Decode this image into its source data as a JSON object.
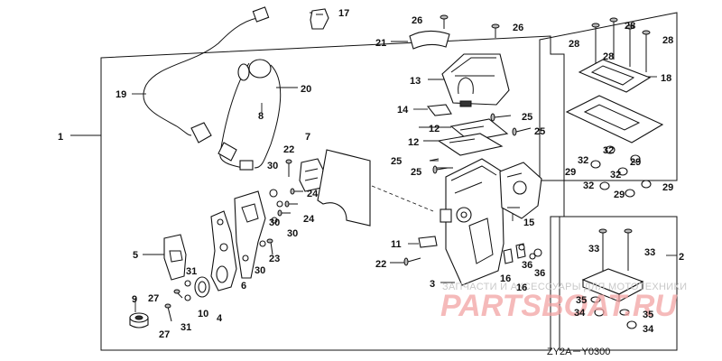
{
  "diagram": {
    "callouts": {
      "c1": "1",
      "c2": "2",
      "c3": "3",
      "c4": "4",
      "c5": "5",
      "c6": "6",
      "c7": "7",
      "c8": "8",
      "c9": "9",
      "c10": "10",
      "c11": "11",
      "c12a": "12",
      "c12b": "12",
      "c13": "13",
      "c14": "14",
      "c15": "15",
      "c16a": "16",
      "c16b": "16",
      "c17": "17",
      "c18": "18",
      "c19": "19",
      "c20": "20",
      "c21": "21",
      "c22a": "22",
      "c22b": "22",
      "c23": "23",
      "c24a": "24",
      "c24b": "24",
      "c25a": "25",
      "c25b": "25",
      "c25c": "25",
      "c25d": "25",
      "c26a": "26",
      "c26b": "26",
      "c27a": "27",
      "c27b": "27",
      "c28a": "28",
      "c28b": "28",
      "c28c": "28",
      "c28d": "28",
      "c29a": "29",
      "c29b": "29",
      "c29c": "29",
      "c29d": "29",
      "c30a": "30",
      "c30b": "30",
      "c30c": "30",
      "c30d": "30",
      "c31a": "31",
      "c31b": "31",
      "c32a": "32",
      "c32b": "32",
      "c32c": "32",
      "c32d": "32",
      "c33a": "33",
      "c33b": "33",
      "c34a": "34",
      "c34b": "34",
      "c35a": "35",
      "c35b": "35",
      "c36a": "36",
      "c36b": "36"
    },
    "diagram_code": "ZY2A－Y0300",
    "watermark": {
      "line1": "ЗАПЧАСТИ И АКСЕССУАРЫ ДЛЯ МОТОТЕХНИКИ",
      "line2": "PARTSBOAT.RU"
    },
    "colors": {
      "ink": "#111111",
      "watermark_red": "#f2a4a4",
      "watermark_gray": "#c9c9c9"
    }
  }
}
